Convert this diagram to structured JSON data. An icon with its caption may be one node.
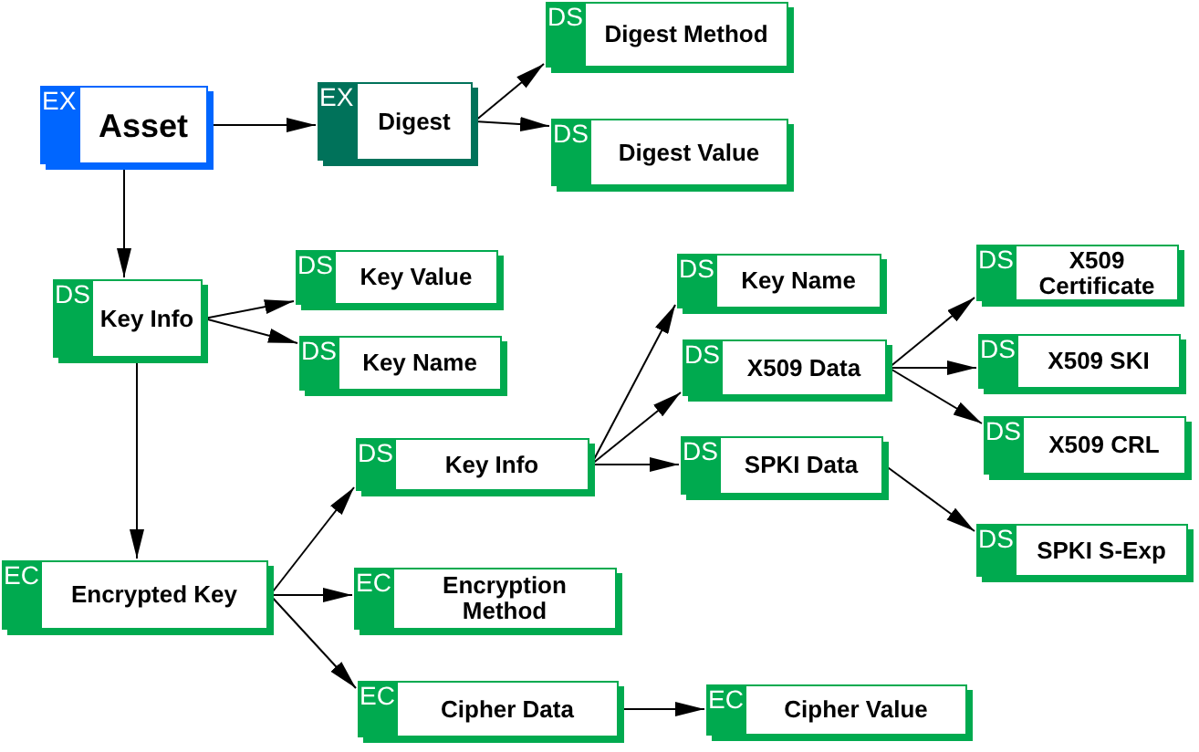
{
  "diagram": {
    "nodes": [
      {
        "text": [
          "EX",
          "Asset"
        ]
      },
      {
        "text": [
          "EX",
          "Digest"
        ]
      },
      {
        "text": [
          "DS",
          "Digest Method"
        ]
      },
      {
        "text": [
          "DS",
          "Digest Value"
        ]
      },
      {
        "text": [
          "DS",
          "Key Info"
        ]
      },
      {
        "text": [
          "DS",
          "Key Value"
        ]
      },
      {
        "text": [
          "DS",
          "Key Name"
        ]
      },
      {
        "text": [
          "EC",
          "Encrypted Key"
        ]
      },
      {
        "text": [
          "DS",
          "Key Info"
        ]
      },
      {
        "text": [
          "EC",
          "Encryption Method"
        ]
      },
      {
        "text": [
          "EC",
          "Cipher Data"
        ]
      },
      {
        "text": [
          "EC",
          "Cipher Value"
        ]
      },
      {
        "text": [
          "DS",
          "Key Name"
        ]
      },
      {
        "text": [
          "DS",
          "X509 Data"
        ]
      },
      {
        "text": [
          "DS",
          "SPKI Data"
        ]
      },
      {
        "text": [
          "DS",
          "X509 Certificate"
        ]
      },
      {
        "text": [
          "DS",
          "X509 SKI"
        ]
      },
      {
        "text": [
          "DS",
          "X509 CRL"
        ]
      },
      {
        "text": [
          "DS",
          "SPKI  S-Exp"
        ]
      }
    ],
    "edges": [
      {
        "from": 0,
        "to": 1,
        "arrow": "to"
      },
      {
        "from": 0,
        "to": 4,
        "arrow": "to"
      },
      {
        "from": 1,
        "to": 2,
        "arrow": "to"
      },
      {
        "from": 1,
        "to": 3,
        "arrow": "to"
      },
      {
        "from": 4,
        "to": 5,
        "arrow": "to"
      },
      {
        "from": 4,
        "to": 6,
        "arrow": "to"
      },
      {
        "from": 4,
        "to": 7,
        "arrow": "to"
      },
      {
        "from": 7,
        "to": 8,
        "arrow": "to"
      },
      {
        "from": 7,
        "to": 9,
        "arrow": "to"
      },
      {
        "from": 7,
        "to": 10,
        "arrow": "to"
      },
      {
        "from": 10,
        "to": 11,
        "arrow": "to"
      },
      {
        "from": 8,
        "to": 12,
        "arrow": "to"
      },
      {
        "from": 8,
        "to": 13,
        "arrow": "to"
      },
      {
        "from": 8,
        "to": 14,
        "arrow": "to"
      },
      {
        "from": 13,
        "to": 15,
        "arrow": "to"
      },
      {
        "from": 13,
        "to": 16,
        "arrow": "to"
      },
      {
        "from": 13,
        "to": 17,
        "arrow": "to"
      },
      {
        "from": 14,
        "to": 18,
        "arrow": "to"
      }
    ]
  }
}
